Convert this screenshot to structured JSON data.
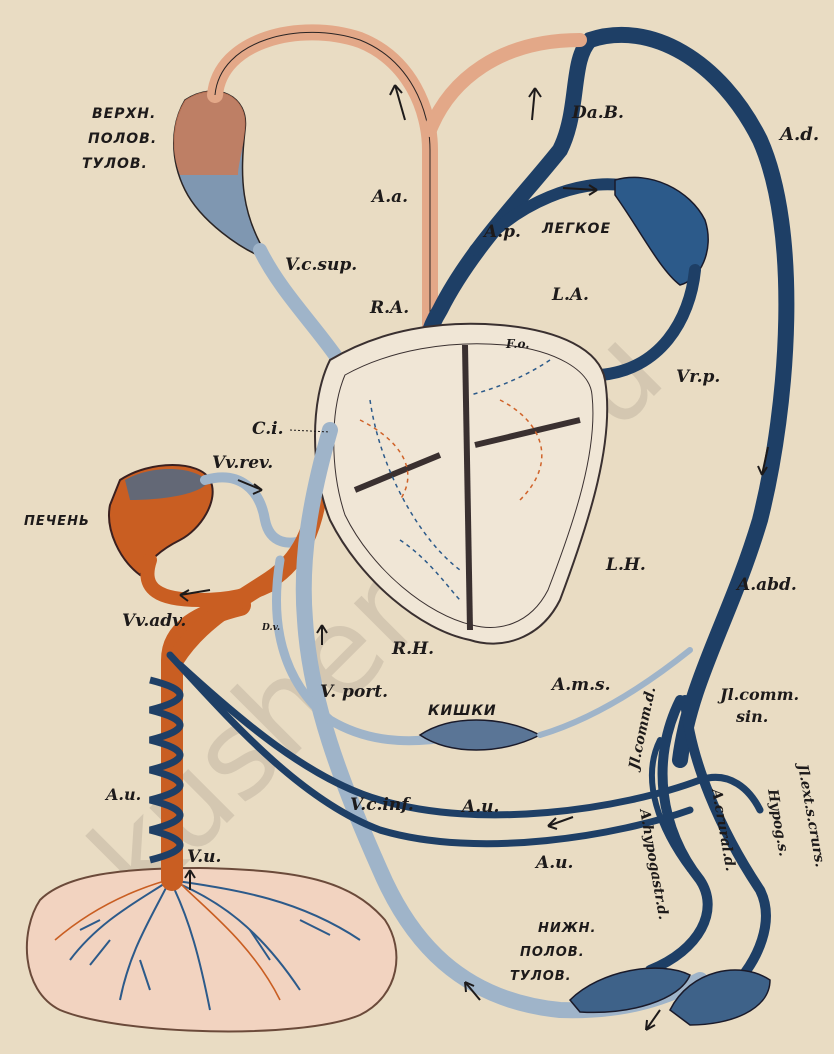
{
  "labels": {
    "upper_body": [
      "ВЕРХН.",
      "ПОЛОВ.",
      "ТУЛОВ."
    ],
    "lung": "ЛЕГКОЕ",
    "liver": "ПЕЧЕНЬ",
    "intestines": "КИШКИ",
    "lower_body": [
      "НИЖН.",
      "ПОЛОВ.",
      "ТУЛОВ."
    ],
    "da_b": "Da.B.",
    "a_d": "A.d.",
    "a_a": "A.a.",
    "a_p": "A.p.",
    "v_c_sup": "V.c.sup.",
    "r_a": "R.A.",
    "l_a": "L.A.",
    "f_o": "F.o.",
    "v_p": "Vr.p.",
    "c_i": "C.i.",
    "vv_rev": "Vv.rev.",
    "l_h": "L.H.",
    "a_abd": "A.abd.",
    "vv_adv": "Vv.adv.",
    "d_v": "D.v.",
    "r_h": "R.H.",
    "v_port": "V. port.",
    "a_m_s": "A.m.s.",
    "il_comm_sin": [
      "Jl.comm.",
      "sin."
    ],
    "il_comm_d": "Jl.comm.d.",
    "a_u_left": "A.u.",
    "v_c_inf": "V.c.inf.",
    "a_u_mid": "A.u.",
    "a_u_low": "A.u.",
    "v_u": "V.u.",
    "a_hypogastr_d": "A.hypogastr.d.",
    "a_crural_d": "A.crural.d.",
    "hypog_s": "Hypog.s.",
    "il_ext_s": "Jl.ext.s.crurs.",
    "watermark": "akusher-lib.ru"
  },
  "colors": {
    "paper": "#e9dcc3",
    "aorta_light": "#e3a888",
    "portal_orange": "#c95e22",
    "artery_blue": "#1e3f66",
    "vein_grey_blue": "#9fb4c9",
    "outline": "#2a2424"
  }
}
